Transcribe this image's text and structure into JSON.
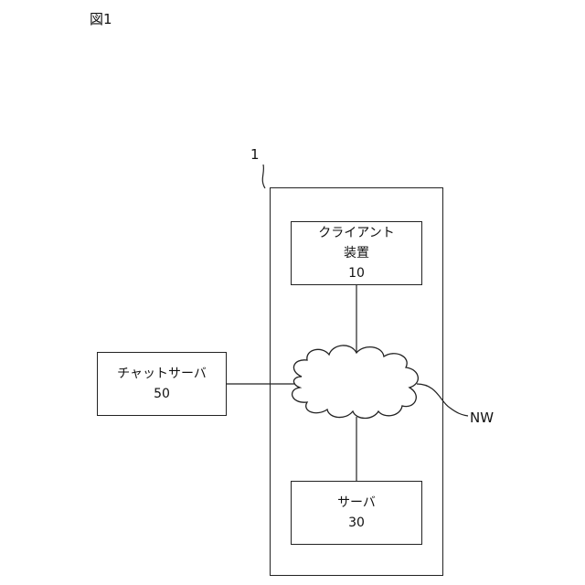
{
  "figure": {
    "title": "図1"
  },
  "system": {
    "ref": "1"
  },
  "network": {
    "ref": "NW"
  },
  "nodes": {
    "client": {
      "line1": "クライアント",
      "line2": "装置",
      "ref": "10"
    },
    "chat_server": {
      "line1": "チャットサーバ",
      "ref": "50"
    },
    "server": {
      "line1": "サーバ",
      "ref": "30"
    }
  }
}
